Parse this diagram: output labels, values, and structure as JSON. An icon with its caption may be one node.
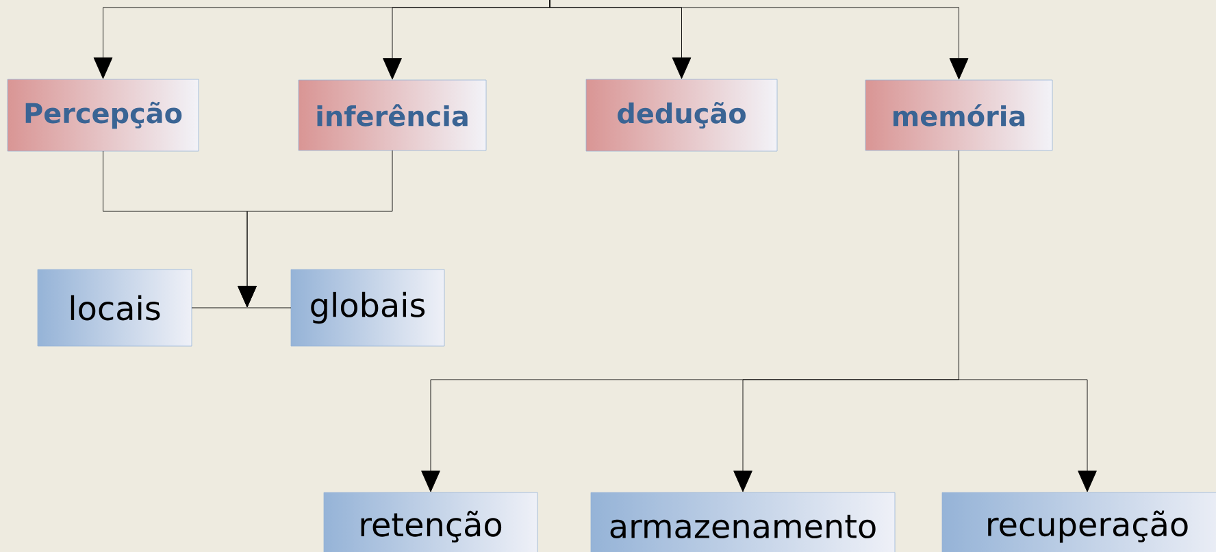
{
  "diagram": {
    "nodes": [
      {
        "text": [
          "Percepção"
        ]
      },
      {
        "text": [
          "inferência"
        ]
      },
      {
        "text": [
          "dedução"
        ]
      },
      {
        "text": [
          "memória"
        ]
      },
      {
        "text": [
          "locais"
        ]
      },
      {
        "text": [
          "globais"
        ]
      },
      {
        "text": [
          "retenção"
        ]
      },
      {
        "text": [
          "armazenamento"
        ]
      },
      {
        "text": [
          "recuperação"
        ]
      }
    ],
    "edges": [
      {
        "from": null,
        "to": 0,
        "arrow": "to"
      },
      {
        "from": null,
        "to": 1,
        "arrow": "to"
      },
      {
        "from": null,
        "to": 2,
        "arrow": "to"
      },
      {
        "from": null,
        "to": 3,
        "arrow": "to"
      },
      {
        "from": 0,
        "to": null,
        "arrow": "to"
      },
      {
        "from": 1,
        "to": null,
        "arrow": "to"
      },
      {
        "from": 4,
        "to": 5,
        "arrow": "none"
      },
      {
        "from": 3,
        "to": 6,
        "arrow": "to"
      },
      {
        "from": 3,
        "to": 7,
        "arrow": "to"
      },
      {
        "from": 3,
        "to": 8,
        "arrow": "to"
      }
    ]
  }
}
